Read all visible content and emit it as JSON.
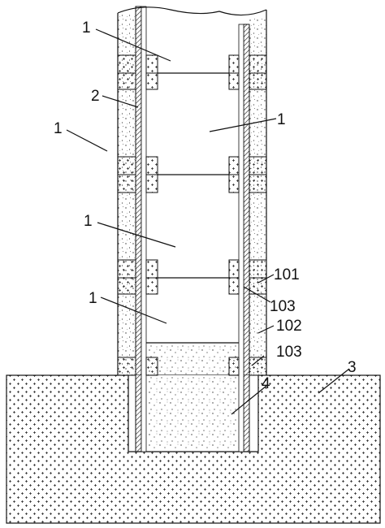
{
  "figure": {
    "labels": {
      "l1_top": "1",
      "l2": "2",
      "l1_left": "1",
      "l1_right": "1",
      "l1_mid": "1",
      "l1_low": "1",
      "l101": "101",
      "l103_upper": "103",
      "l102": "102",
      "l103_lower": "103",
      "l3": "3",
      "l4": "4"
    }
  }
}
